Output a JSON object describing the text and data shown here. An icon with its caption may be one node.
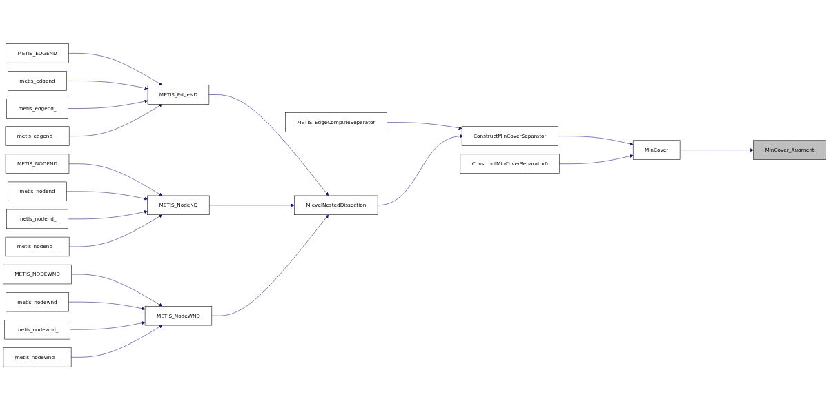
{
  "diagram": {
    "nodes": [
      {
        "text": [
          "METIS_EDGEND"
        ]
      },
      {
        "text": [
          "metis_edgend"
        ]
      },
      {
        "text": [
          "metis_edgend_"
        ]
      },
      {
        "text": [
          "metis_edgend__"
        ]
      },
      {
        "text": [
          "METIS_NODEND"
        ]
      },
      {
        "text": [
          "metis_nodend"
        ]
      },
      {
        "text": [
          "metis_nodend_"
        ]
      },
      {
        "text": [
          "metis_nodend__"
        ]
      },
      {
        "text": [
          "METIS_NODEWND"
        ]
      },
      {
        "text": [
          "metis_nodewnd"
        ]
      },
      {
        "text": [
          "metis_nodewnd_"
        ]
      },
      {
        "text": [
          "metis_nodewnd__"
        ]
      },
      {
        "text": [
          "METIS_EdgeND"
        ]
      },
      {
        "text": [
          "METIS_NodeND"
        ]
      },
      {
        "text": [
          "METIS_NodeWND"
        ]
      },
      {
        "text": [
          "METIS_EdgeComputeSeparator"
        ]
      },
      {
        "text": [
          "MlevelNestedDissection"
        ]
      },
      {
        "text": [
          "ConstructMinCoverSeparator"
        ]
      },
      {
        "text": [
          "ConstructMinCoverSeparator0"
        ]
      },
      {
        "text": [
          "MinCover"
        ]
      },
      {
        "text": [
          "MinCover_Augment"
        ]
      }
    ],
    "edges": [
      {
        "from": 0,
        "to": 12,
        "arrow": "to"
      },
      {
        "from": 1,
        "to": 12,
        "arrow": "to"
      },
      {
        "from": 2,
        "to": 12,
        "arrow": "to"
      },
      {
        "from": 3,
        "to": 12,
        "arrow": "to"
      },
      {
        "from": 4,
        "to": 13,
        "arrow": "to"
      },
      {
        "from": 5,
        "to": 13,
        "arrow": "to"
      },
      {
        "from": 6,
        "to": 13,
        "arrow": "to"
      },
      {
        "from": 7,
        "to": 13,
        "arrow": "to"
      },
      {
        "from": 8,
        "to": 14,
        "arrow": "to"
      },
      {
        "from": 9,
        "to": 14,
        "arrow": "to"
      },
      {
        "from": 10,
        "to": 14,
        "arrow": "to"
      },
      {
        "from": 11,
        "to": 14,
        "arrow": "to"
      },
      {
        "from": 12,
        "to": 16,
        "arrow": "to"
      },
      {
        "from": 13,
        "to": 16,
        "arrow": "to"
      },
      {
        "from": 14,
        "to": 16,
        "arrow": "to"
      },
      {
        "from": 15,
        "to": 17,
        "arrow": "to"
      },
      {
        "from": 16,
        "to": 17,
        "arrow": "to"
      },
      {
        "from": 17,
        "to": 19,
        "arrow": "to"
      },
      {
        "from": 18,
        "to": 19,
        "arrow": "to"
      },
      {
        "from": 19,
        "to": 20,
        "arrow": "to"
      }
    ]
  }
}
